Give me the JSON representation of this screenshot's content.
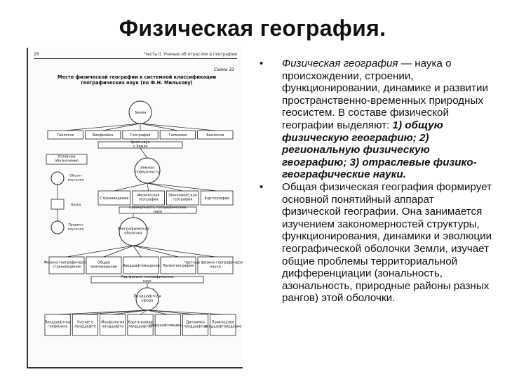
{
  "slide": {
    "title": "Физическая география."
  },
  "scan": {
    "page_number": "28",
    "running_header": "Часть II. Ученые об отраслях в географии",
    "caption": "Схема 33",
    "heading": "Место физической географии в системной классификации географических наук (по Ф.Н. Милькову)",
    "nodes": {
      "earth": "Земля",
      "top_sciences": [
        "Геология",
        "Биофизика",
        "География",
        "Геохимия",
        "Биология"
      ],
      "earth_cycle": "Цикл наук о Земле",
      "earth_surface": "Земная поверхность",
      "middle_sciences": [
        "Страноведение",
        "Физическая география",
        "Экономическая география",
        "Картография"
      ],
      "geo_set": "Совокупность географических наук",
      "geo_shell": "Географическая оболочка",
      "lower_sciences": [
        "Физико-географическое страноведение",
        "Общее землеведение",
        "Ландшафтоведение",
        "Палеогеография",
        "Частные физико-географические науки"
      ],
      "phys_row": "Ряд физико-географических наук",
      "landscape_sphere": "Ландшафтная сфера",
      "bottom_sciences": [
        "Ландшафтная геофизика",
        "Учение о ландшафте",
        "Морфология ландшафта",
        "Картография ландшафтов",
        "Ландшафтоведение",
        "Динамика ландшафтов",
        "Прикладное ландшафтоведение"
      ]
    },
    "legend": {
      "title": "Условные обозначения",
      "items": [
        "Объект изучения",
        "Наука",
        "Предмет изучения"
      ]
    }
  },
  "bullets": [
    {
      "term": "Физическая география",
      "definition": " — наука о происхождении, строении, функционировании, динамике и развитии пространственно-временных природных геосистем. В составе физической географии выделяют: ",
      "enumeration": "1) общую физическую географию; 2) региональную физическую географию; 3) отраслевые физико-географические науки."
    },
    {
      "text": "Общая физическая география формирует основной понятийный аппарат физической географии. Она занимается изучением закономерностей структуры, функционирования, динамики и эволюции географической оболочки Земли, изучает общие проблемы территориальной дифференциации (зональность, азональность, природные районы разных рангов) этой оболочки."
    }
  ]
}
